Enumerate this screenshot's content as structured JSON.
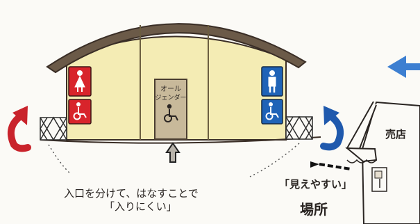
{
  "labels": {
    "all_gender_line1": "オール",
    "all_gender_line2": "ジェンダー",
    "shop": "売店",
    "caption_line1": "入口を分けて、はなすことで",
    "caption_line2": "「入りにくい」",
    "visible_line1": "「見えやすい」",
    "visible_line2": "場所"
  },
  "icons": [
    "female-toilet-icon",
    "wheelchair-icon",
    "male-toilet-icon",
    "arrow-icon"
  ],
  "colors": {
    "roof": "#6b5a48",
    "building_wall": "#f4ecb4",
    "women_sign": "#d8242b",
    "men_sign": "#1f63b7",
    "arrow_blue": "#3d7fd1",
    "ink": "#2a2522"
  }
}
